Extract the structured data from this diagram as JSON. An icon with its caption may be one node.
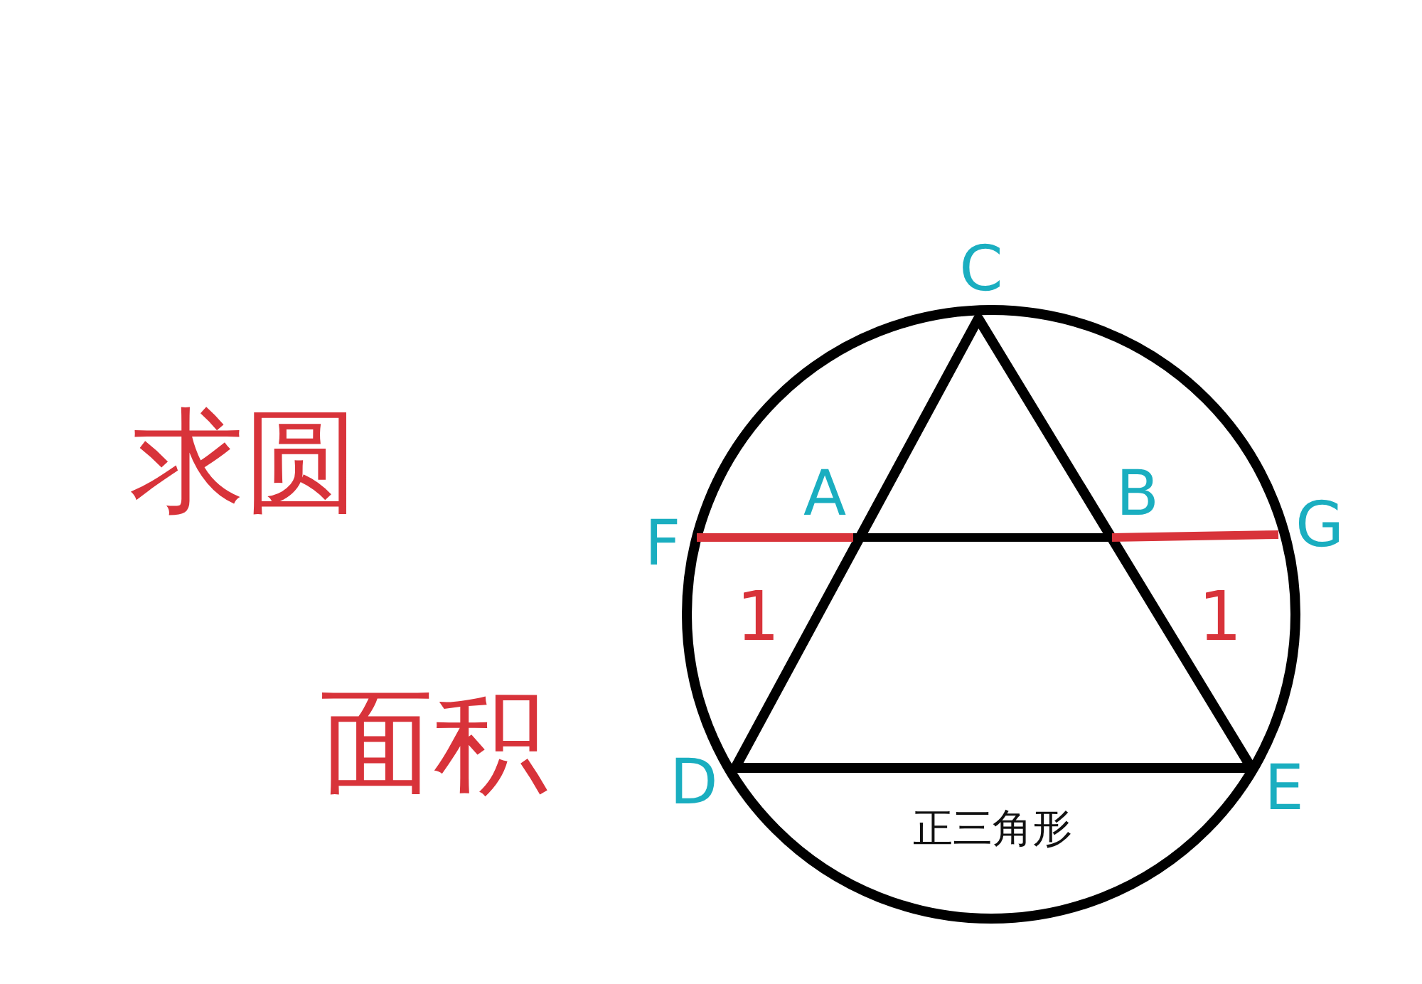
{
  "diagram": {
    "labels": [
      "求圆",
      "面积",
      "C",
      "F",
      "A",
      "B",
      "G",
      "1",
      "1",
      "D",
      "E",
      "正三角形"
    ]
  }
}
